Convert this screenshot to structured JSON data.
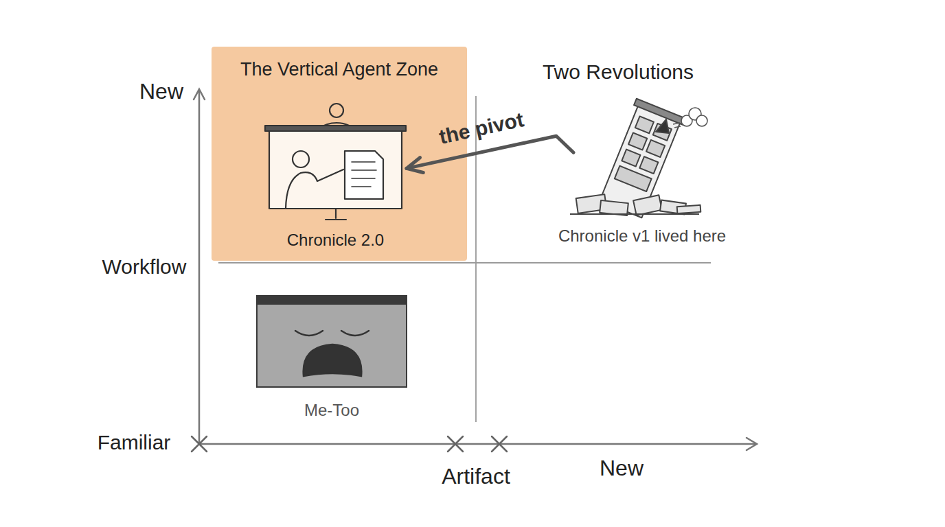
{
  "diagram": {
    "nodes": [
      {
        "text": [
          "The Vertical Agent Zone"
        ]
      },
      {
        "text": [
          "Chronicle 2.0"
        ],
        "in": 0
      },
      {
        "text": [
          "Chronicle v1 lived here"
        ]
      },
      {
        "text": [
          "Me-Too"
        ]
      }
    ],
    "edges": [
      {
        "from": 2,
        "to": 1,
        "arrow": "to",
        "label": "the pivot"
      }
    ],
    "labels": [
      "New",
      "Two Revolutions",
      "Workflow",
      "Familiar",
      "Artifact",
      "New"
    ]
  }
}
